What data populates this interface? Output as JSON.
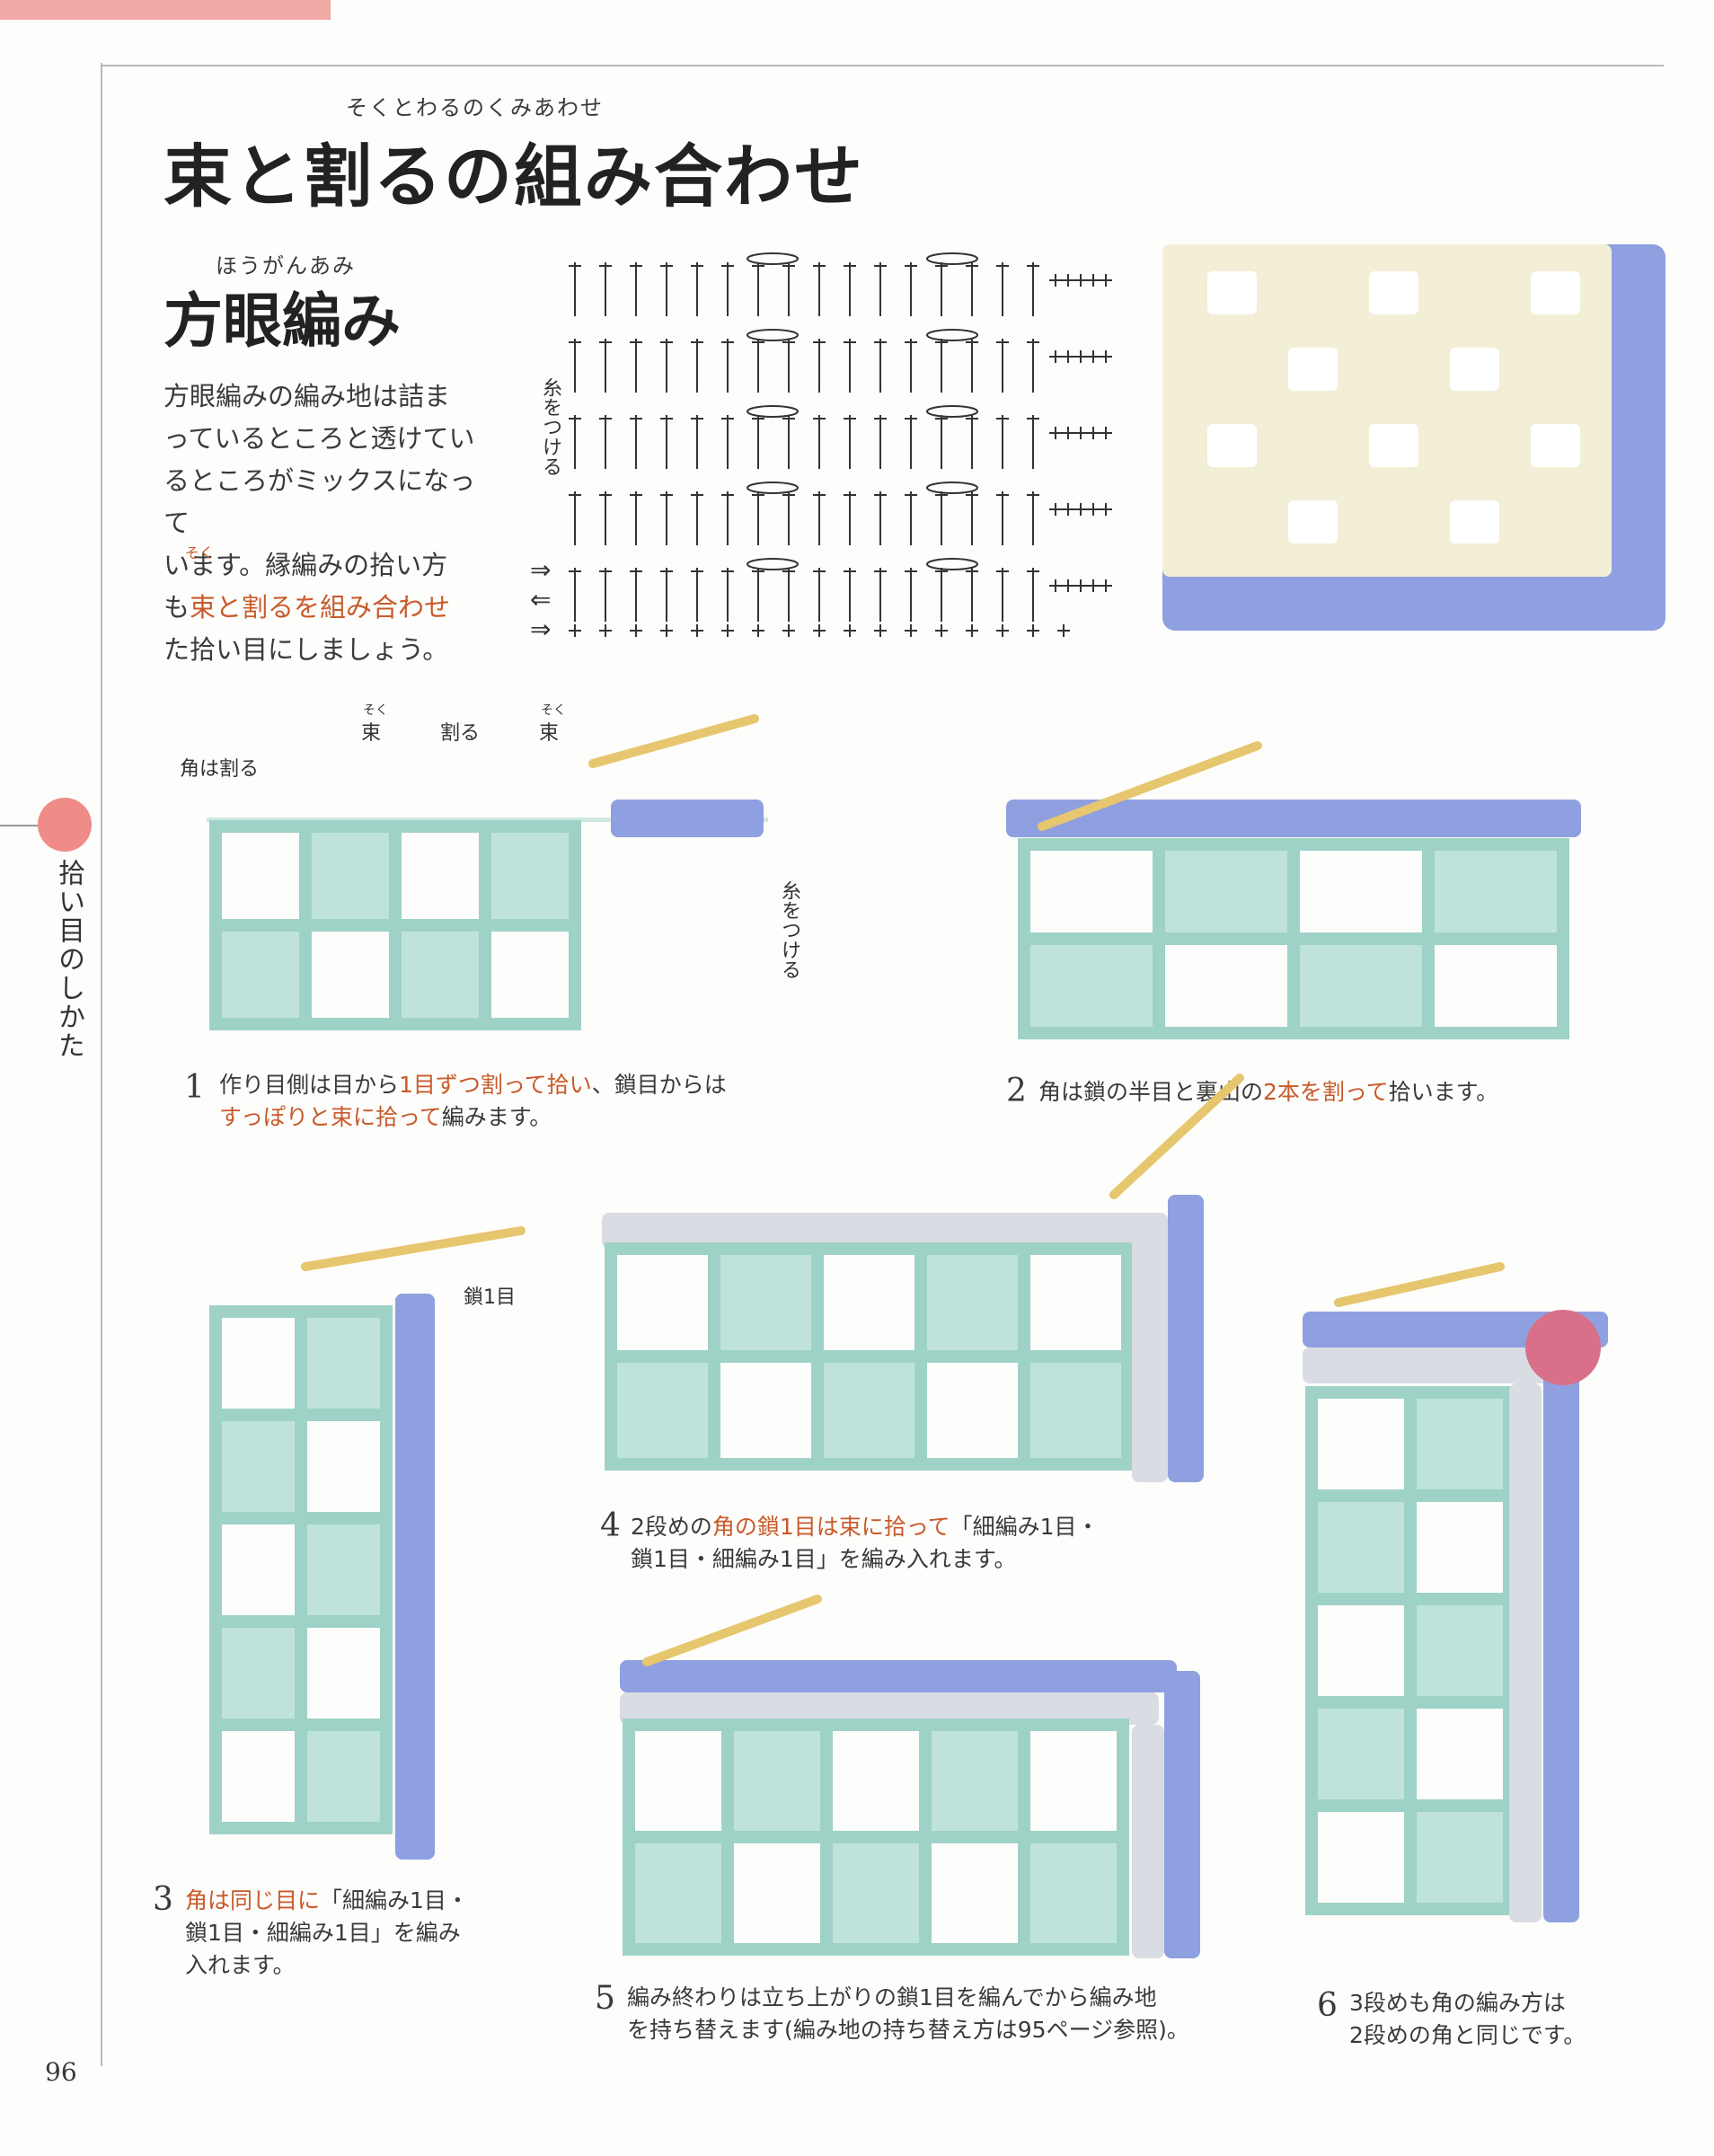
{
  "header": {
    "ruby_title": "そくとわるのくみあわせ",
    "title": "束と割るの組み合わせ",
    "ruby_subtitle": "ほうがんあみ",
    "subtitle": "方眼編み"
  },
  "side_tab": "拾い目のしかた",
  "page_number": "96",
  "intro": {
    "line1": "方眼編みの編み地は詰ま",
    "line2": "っているところと透けてい",
    "line3": "るところがミックスになって",
    "line4": "います。縁編みの拾い方",
    "line5a": "も",
    "line5b": "束と割るを組み合わせ",
    "line6": "た拾い目にしましょう。",
    "ruby_soku": "そく"
  },
  "diagram_labels": {
    "attach_yarn": "糸をつける",
    "corner_split": "角は割る",
    "bundle": "束",
    "split": "割る",
    "chain_one": "鎖1目",
    "bundle_ruby": "そく"
  },
  "steps": [
    {
      "number": "1",
      "line1a": "作り目側は目から",
      "line1b": "1目ずつ割って拾い",
      "line1c": "、鎖目からは",
      "line2a": "すっぽりと束に拾って",
      "line2b": "編みます。"
    },
    {
      "number": "2",
      "line1a": "角は鎖の半目と裏山の",
      "line1b": "2本を割って",
      "line1c": "拾います。"
    },
    {
      "number": "3",
      "line1a": "角は同じ目に",
      "line1b": "「細編み1目・",
      "line2": "鎖1目・細編み1目」を編み",
      "line3": "入れます。"
    },
    {
      "number": "4",
      "line1a": "2段めの",
      "line1b": "角の鎖1目は束に拾って",
      "line1c": "「細編み1目・",
      "line2": "鎖1目・細編み1目」を編み入れます。"
    },
    {
      "number": "5",
      "line1": "編み終わりは立ち上がりの鎖1目を編んでから編み地",
      "line2": "を持ち替えます(編み地の持ち替え方は95ページ参照)。"
    },
    {
      "number": "6",
      "line1": "3段めも角の編み方は",
      "line2": "2段めの角と同じです。"
    }
  ],
  "colors": {
    "accent": "#c85a2a",
    "yarn_mint": "#bfe3da",
    "yarn_blue": "#8fa0e0",
    "yarn_gray": "#d9dce3",
    "yarn_pink": "#d9708a",
    "swatch_cream": "#f2efd6",
    "hook": "#e6c66e"
  }
}
